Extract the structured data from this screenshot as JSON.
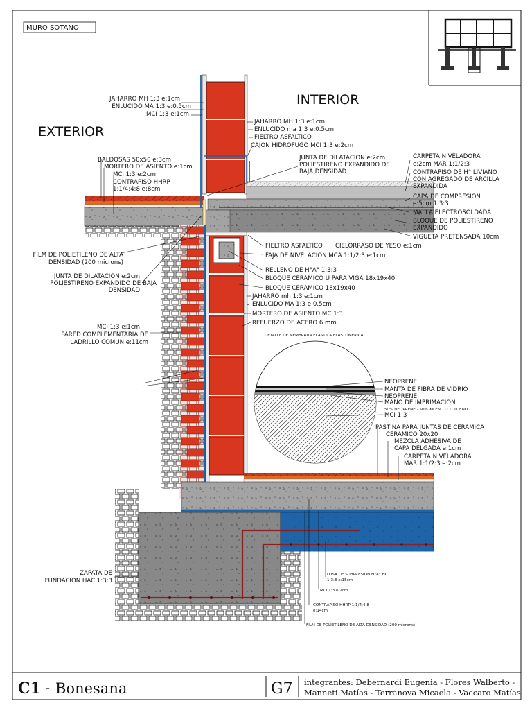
{
  "sheet": {
    "title": "MURO SOTANO",
    "zones": {
      "interior": "INTERIOR",
      "exterior": "EXTERIOR"
    },
    "detail_title": "DETALLE DE MEMBRANA ELASTICA ELASTOMERICA"
  },
  "labels": {
    "left_top": [
      "JAHARRO MH 1:3 e:1cm",
      "ENLUCIDO MA 1:3 e:0.5cm",
      "MCI 1:3 e:1cm"
    ],
    "center_top": [
      "JAHARRO MH 1:3 e:1cm",
      "ENLUCIDO ma 1:3 e:0.5cm",
      "FIELTRO ASFALTICO",
      "CAJON HIDROFUGO MCI 1:3 e:2cm"
    ],
    "junta_top": [
      "JUNTA DE DILATACION e:2cm",
      "POLIESTIRENO EXPANDIDO DE",
      "BAJA DENSIDAD"
    ],
    "left_floor": [
      "BALDOSAS 50x50 e:3cm",
      "MORTERO DE ASIENTO e:1cm",
      "MCI 1:3 e:2cm",
      "CONTRAPISO HHRP",
      "1:1/4:4:8 e:8cm"
    ],
    "right_floor": [
      "CARPETA NIVELADORA",
      "e:2cm MAR 1:1/2:3",
      "CONTRAPISO DE H° LIVIANO",
      "CON AGREGADO DE ARCILLA",
      "EXPANDIDA",
      "CAPA DE COMPRESION",
      "e:5cm 1:3:3",
      "MALLA ELECTROSOLDADA",
      "BLOQUE DE POLIESTIRENO",
      "EXPANDIDO",
      "VIGUETA PRETENSADA 10cm"
    ],
    "center_mid": [
      "FIELTRO ASFALTICO",
      "CIELORRASO DE YESO e:1cm",
      "FAJA DE NIVELACION MCA 1:1/2:3 e:1cm",
      "RELLENO DE H°A° 1:3:3",
      "BLOQUE CERAMICO U PARA VIGA 18x19x40",
      "BLOQUE CERAMICO 18x19x40",
      "JAHARRO mh 1:3 e:1cm",
      "ENLUCIDO MA 1:3 e:0.5cm",
      "MORTERO DE ASIENTO MC 1:3",
      "REFUERZO DE ACERO 6 mm."
    ],
    "left_mid": [
      "FILM DE POLIETILENO DE ALTA",
      "DENSIDAD (200 microns)",
      "JUNTA DE DILATACION e:2cm",
      "POLIESTIRENO EXPANDIDO DE BAJA",
      "DENSIDAD",
      "MCI 1:3 e:1cm",
      "PARED COMPLEMENTARIA DE",
      "LADRILLO COMUN e:11cm"
    ],
    "detail": [
      "NEOPRENE",
      "MANTA DE FIBRA DE VIDRIO",
      "NEOPRENE",
      "MANO DE IMPRIMACION",
      "50% NEOPRENE - 50% XILENO O TOLUENO",
      "MCI 1:3"
    ],
    "right_bottom": [
      "PASTINA PARA JUNTAS DE CERAMICA",
      "CERAMICO 20x20",
      "MEZCLA ADHESIVA DE",
      "CAPA DELGADA e:1cm",
      "CARPETA NIVELADORA",
      "MAR 1:1/2:3 e:2cm"
    ],
    "zapata": [
      "ZAPATA DE",
      "FUNDACION HAC 1:3:3"
    ],
    "bottom_small": [
      "LOSA DE SUBPRESION H°A° HC",
      "1:3:3 e:15cm",
      "MCI 1:3 e:2cm",
      "CONTRAPISO HHRP 1:1/4:4:8",
      "e:14cm",
      "FILM DE POLIETILENO DE ALTA DENSIDAD (200 microns)"
    ]
  },
  "footer": {
    "code": "C1",
    "dash": "-",
    "name": "Bonesana",
    "group": "G7",
    "members_line1": "integrantes: Debernardi Eugenia - Flores Walberto -",
    "members_line2": "Manneti Matías - Terranova Micaela - Vaccaro Matías"
  },
  "colors": {
    "brick": "#d9361f",
    "concrete": "#9e9e9e",
    "water": "#1f63a8",
    "tile": "#c83a22",
    "steel": "#8a2020"
  }
}
